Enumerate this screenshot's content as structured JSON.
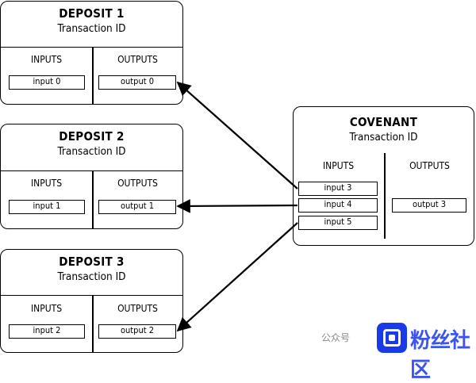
{
  "deposits": [
    {
      "title": "DEPOSIT 1",
      "subtitle": "Transaction ID",
      "inputs_label": "INPUTS",
      "outputs_label": "OUTPUTS",
      "input": "input 0",
      "output": "output 0"
    },
    {
      "title": "DEPOSIT 2",
      "subtitle": "Transaction ID",
      "inputs_label": "INPUTS",
      "outputs_label": "OUTPUTS",
      "input": "input 1",
      "output": "output 1"
    },
    {
      "title": "DEPOSIT 3",
      "subtitle": "Transaction ID",
      "inputs_label": "INPUTS",
      "outputs_label": "OUTPUTS",
      "input": "input 2",
      "output": "output 2"
    }
  ],
  "covenant": {
    "title": "COVENANT",
    "subtitle": "Transaction ID",
    "inputs_label": "INPUTS",
    "outputs_label": "OUTPUTS",
    "inputs": [
      "input 3",
      "input 4",
      "input 5"
    ],
    "output": "output 3"
  },
  "watermark": {
    "text": "公众号",
    "brand": "粉丝社区"
  }
}
